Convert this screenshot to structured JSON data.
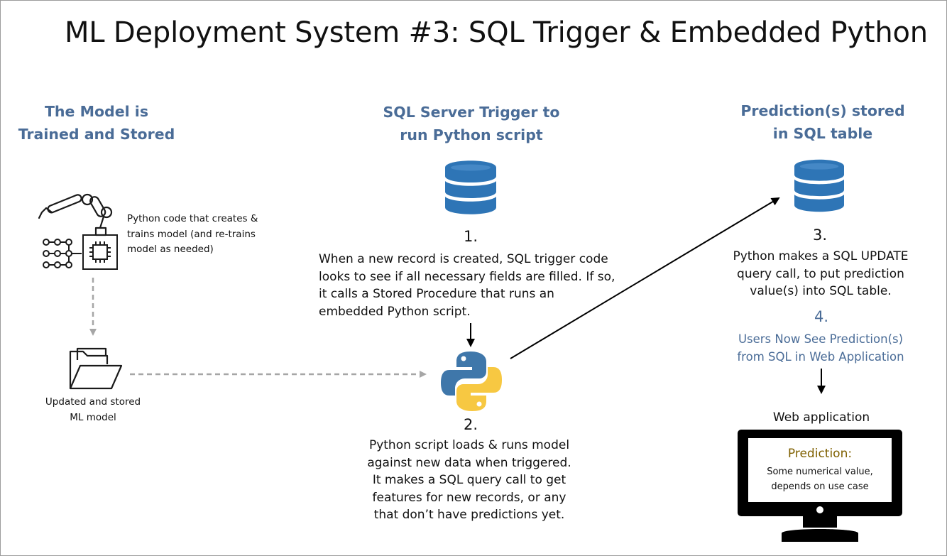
{
  "title": "ML Deployment System #3: SQL Trigger & Embedded Python",
  "col1": {
    "heading": [
      "The Model is",
      "Trained and Stored"
    ],
    "code_label": [
      "Python code that creates &",
      "trains model (and re-trains",
      "model as needed)"
    ],
    "model_label": [
      "Updated and stored",
      "ML model"
    ]
  },
  "col2": {
    "heading": [
      "SQL Server Trigger to",
      "run Python script"
    ],
    "step1_num": "1.",
    "step1_text": [
      "When a new record is created, SQL trigger code",
      "looks to see if all necessary fields are filled. If so,",
      "it calls a Stored Procedure that runs an",
      "embedded Python script."
    ],
    "step2_num": "2.",
    "step2_text": [
      "Python script loads & runs model",
      "against new data when triggered.",
      "It makes a SQL query call to get",
      "features for new records, or any",
      "that don’t have predictions yet."
    ]
  },
  "col3": {
    "heading": [
      "Prediction(s) stored",
      "in SQL table"
    ],
    "step3_num": "3.",
    "step3_text": [
      "Python makes a SQL UPDATE",
      "query call, to put prediction",
      "value(s) into SQL table."
    ],
    "step4_num": "4.",
    "step4_text": [
      "Users Now See Prediction(s)",
      "from SQL in Web Application"
    ],
    "web_label": "Web application",
    "screen_title": "Prediction:",
    "screen_text": [
      "Some numerical value,",
      "depends on use case"
    ]
  },
  "icons": [
    "robot-arm-icon",
    "circuit-chip-icon",
    "folder-icon",
    "database-icon",
    "python-logo-icon",
    "monitor-icon"
  ],
  "colors": {
    "heading": "#4a6c97",
    "database": "#2e75b6",
    "python_blue": "#3f77aa",
    "python_yellow": "#f7c842",
    "dashed_arrow": "#a6a6a6",
    "screen_title": "#7f6000"
  }
}
